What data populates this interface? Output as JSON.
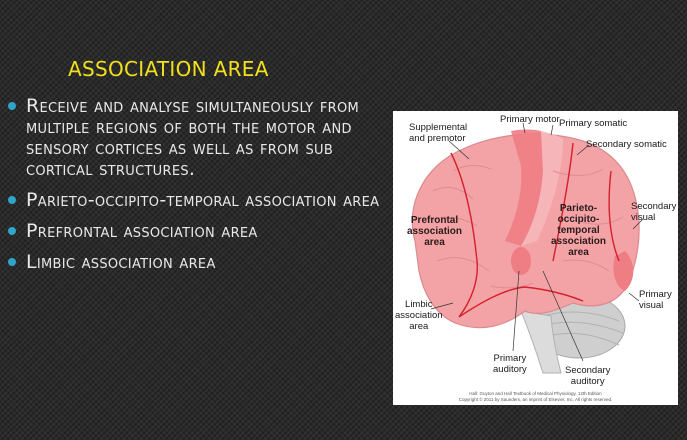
{
  "slide": {
    "title": "ASSOCIATION AREA",
    "bullets": [
      "Receive and analyse simultaneously from multiple regions of both the motor and sensory cortices as well as from sub cortical structures.",
      "Parieto-occipito-temporal association area",
      "Prefrontal association area",
      "Limbic association area"
    ],
    "colors": {
      "title": "#f2e01d",
      "bullet_dot": "#2fa5c9",
      "text": "#e9e9e9",
      "background": "#2b2b2b"
    }
  },
  "figure": {
    "labels": {
      "supplemental": "Supplemental\nand premotor",
      "primary_motor": "Primary motor",
      "primary_somatic": "Primary somatic",
      "secondary_somatic": "Secondary somatic",
      "secondary_visual": "Secondary\nvisual",
      "primary_visual": "Primary\nvisual",
      "prefrontal": "Prefrontal\nassociation\narea",
      "parieto": "Parieto-\noccipito-\ntemporal\nassociation\narea",
      "limbic": "Limbic\nassociation\narea",
      "primary_auditory": "Primary\nauditory",
      "secondary_auditory": "Secondary\nauditory"
    },
    "credit": "Hall: Guyton and Hall Textbook of Medical Physiology, 12th Edition\nCopyright © 2011 by Saunders, an imprint of Elsevier, Inc. All rights reserved.",
    "colors": {
      "brain": "#f3a3a6",
      "region_dark": "#ee7d84",
      "region_light": "#f6b7ba",
      "cerebellum": "#cfcfcf",
      "line": "#d4202a"
    }
  }
}
